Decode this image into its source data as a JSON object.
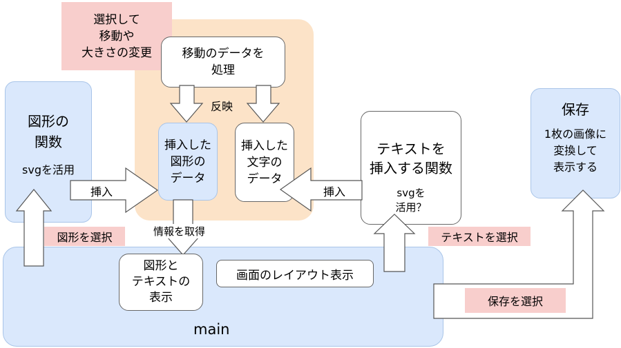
{
  "boxes": {
    "zukei_func": {
      "title": "図形の\n関数",
      "sub": "svgを活用"
    },
    "move_data": {
      "text": "移動のデータを\n処理"
    },
    "zukei_data": {
      "text": "挿入した\n図形の\nデータ"
    },
    "moji_data": {
      "text": "挿入した\n文字の\nデータ"
    },
    "text_func": {
      "title": "テキストを\n挿入する関数",
      "sub": "svgを\n活用？"
    },
    "save": {
      "title": "保存",
      "sub": "1枚の画像に\n変換して\n表示する"
    },
    "display": {
      "text": "図形と\nテキストの\n表示"
    },
    "layout": {
      "text": "画面のレイアウト表示"
    },
    "main": {
      "text": "main"
    }
  },
  "notes": {
    "select_move": "選択して\n移動や\n大きさの変更",
    "select_shape": "図形を選択",
    "select_text": "テキストを選択",
    "select_save": "保存を選択"
  },
  "arrow_labels": {
    "hanei": "反映",
    "insert_left": "挿入",
    "insert_right": "挿入",
    "get_info": "情報を取得"
  },
  "colors": {
    "blue_fill": "#dae8fc",
    "peach_fill": "#fce3c8",
    "pink_fill": "#f8cecc"
  }
}
